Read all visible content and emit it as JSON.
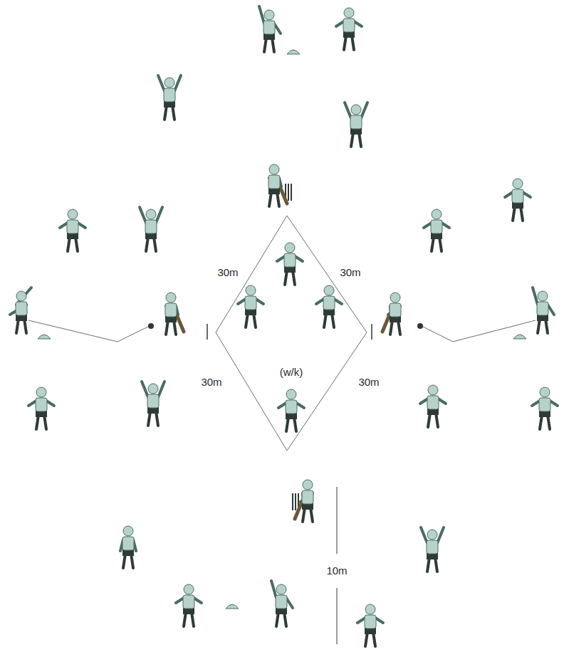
{
  "diagram": {
    "labels": [
      "30m",
      "30m",
      "30m",
      "(w/k)",
      "30m",
      "10m"
    ]
  }
}
